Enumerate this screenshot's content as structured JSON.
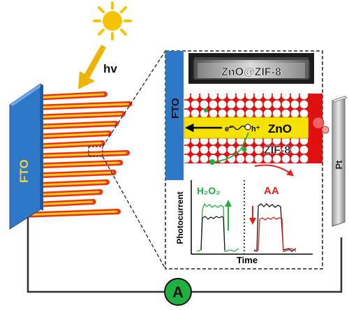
{
  "labels": {
    "light": "hv",
    "fto_left": "FTO",
    "fto_zoom": "FTO",
    "sem_title": "ZnO@ZIF-8",
    "electron": "e⁻",
    "hole": "h⁺",
    "zno": "ZnO",
    "zif8": "ZIF-8",
    "h2o2": "H₂O₂",
    "aa": "AA",
    "y_axis": "Photocurrent",
    "x_axis": "Time",
    "counter_electrode": "Pt",
    "ammeter": "A"
  },
  "colors": {
    "fto_blue": "#2f78c8",
    "sun": "#f5c400",
    "arrow": "#f0b400",
    "nanorod": "#f03010",
    "nanorod_core": "#f5d020",
    "zif_red": "#e01010",
    "zno_yellow": "#f5e200",
    "h2o2_green": "#20b040",
    "aa_red": "#e02020",
    "wire": "#303030"
  },
  "icons": [
    "sun-icon",
    "light-arrow-icon",
    "ammeter-icon"
  ]
}
